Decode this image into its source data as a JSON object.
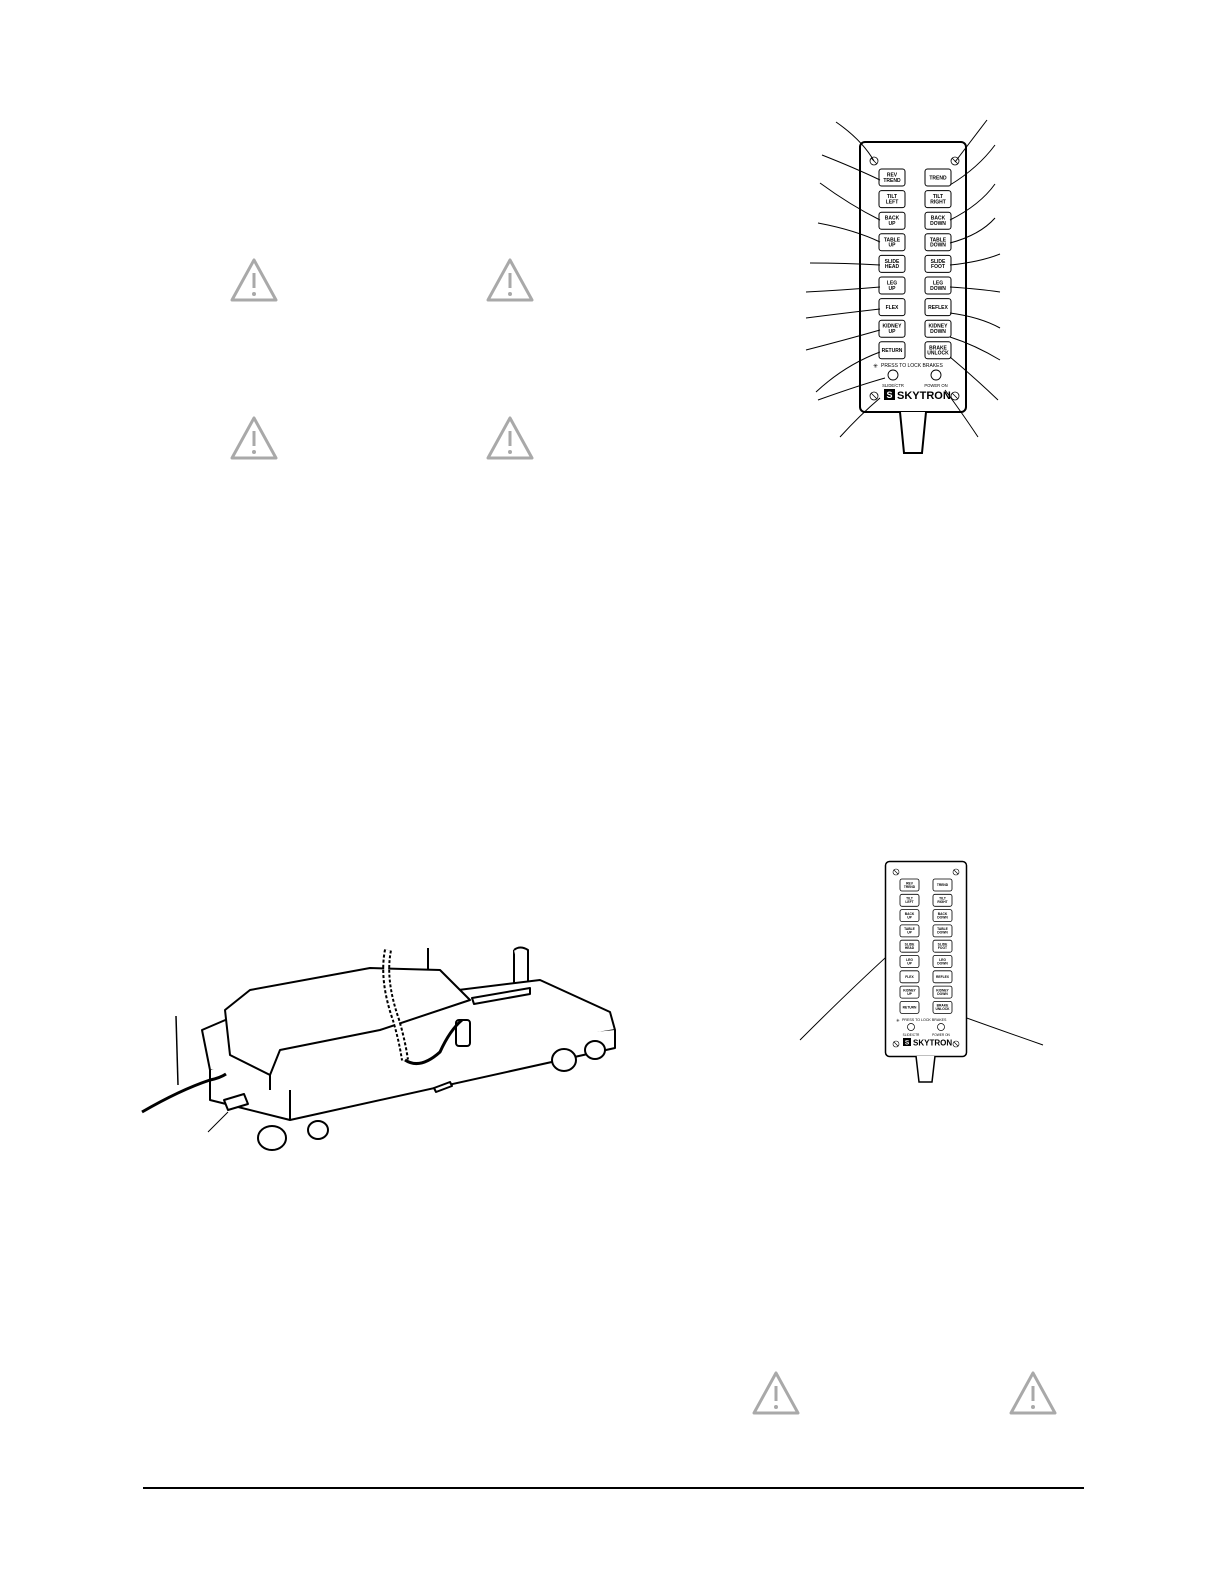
{
  "pendant": {
    "brand": "SKYTRON",
    "logo_letter": "S",
    "left_buttons": [
      [
        "REV",
        "TREND"
      ],
      [
        "TILT",
        "LEFT"
      ],
      [
        "BACK",
        "UP"
      ],
      [
        "TABLE",
        "UP"
      ],
      [
        "SLIDE",
        "HEAD"
      ],
      [
        "LEG",
        "UP"
      ],
      [
        "FLEX"
      ],
      [
        "KIDNEY",
        "UP"
      ],
      [
        "RETURN"
      ]
    ],
    "right_buttons": [
      [
        "TREND"
      ],
      [
        "TILT",
        "RIGHT"
      ],
      [
        "BACK",
        "DOWN"
      ],
      [
        "TABLE",
        "DOWN"
      ],
      [
        "SLIDE",
        "FOOT"
      ],
      [
        "LEG",
        "DOWN"
      ],
      [
        "REFLEX"
      ],
      [
        "KIDNEY",
        "DOWN"
      ],
      [
        "BRAKE",
        "UNLOCK"
      ]
    ],
    "lock_note": "PRESS TO LOCK BRAKES",
    "lock_symbol": "✳",
    "indicator_left": "SLIDE/CTR",
    "indicator_right": "POWER ON"
  },
  "icons": {
    "warning": "warning-triangle-icon",
    "warning_color": "#a9a9a9"
  }
}
